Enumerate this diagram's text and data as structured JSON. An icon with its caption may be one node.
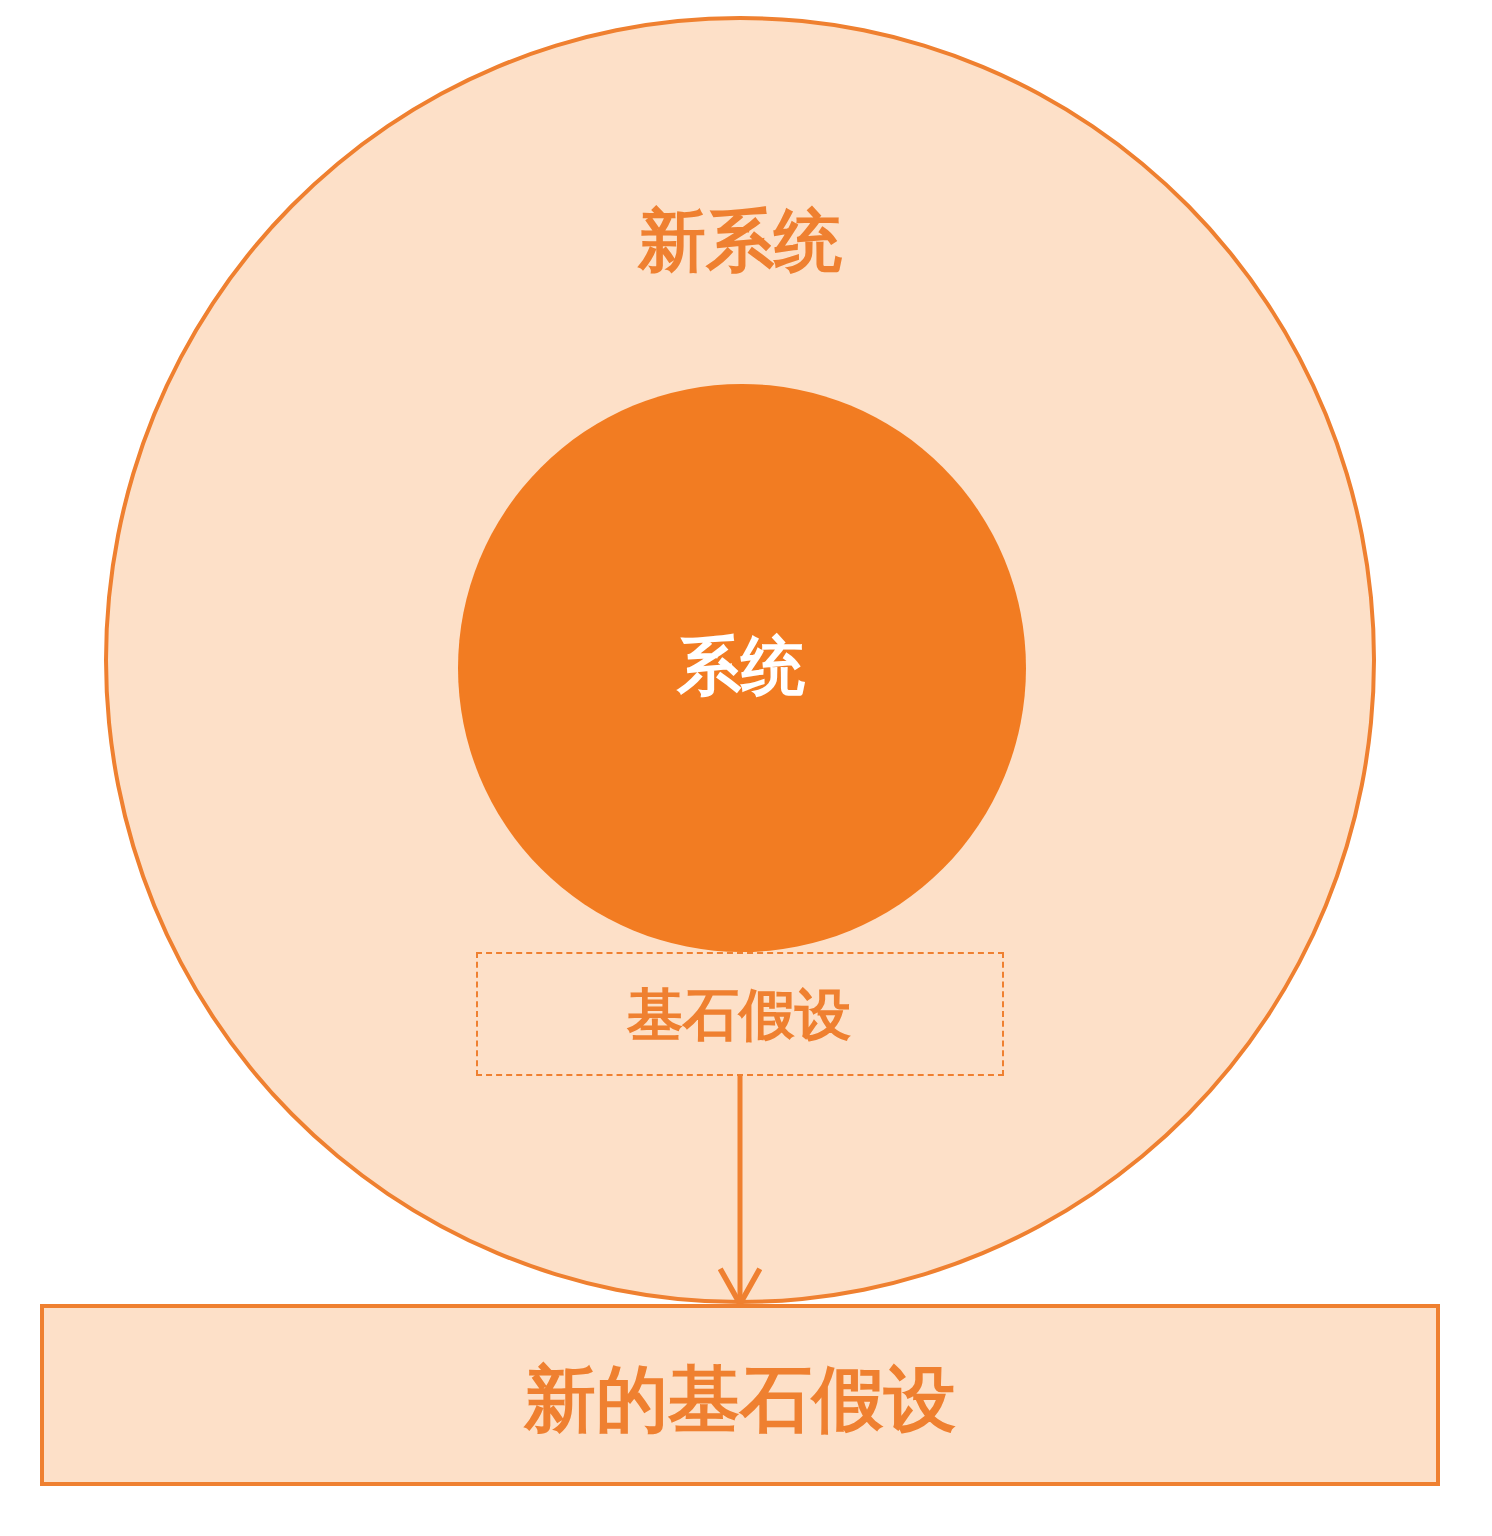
{
  "diagram": {
    "nodes": [
      {
        "text": [
          "新系统"
        ]
      },
      {
        "text": [
          "系统"
        ],
        "in": 0
      },
      {
        "text": [
          "基石假设"
        ],
        "in": 0
      },
      {
        "text": [
          "新的基石假设"
        ]
      }
    ],
    "edges": [
      {
        "from": 2,
        "to": 3,
        "arrow": "to"
      }
    ]
  }
}
